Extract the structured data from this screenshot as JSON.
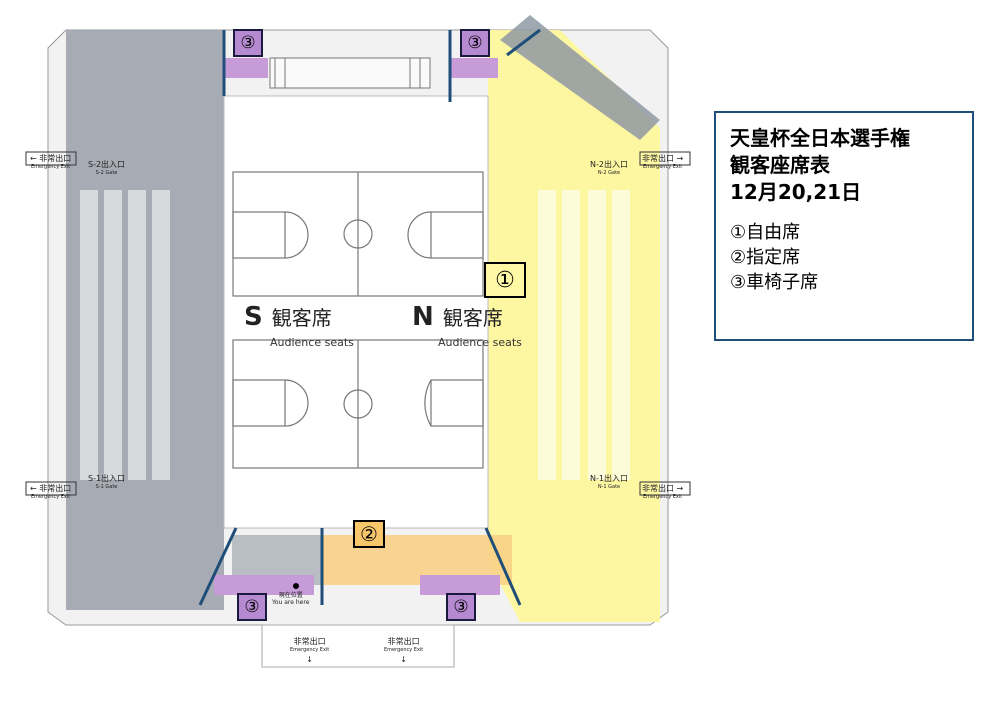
{
  "legend": {
    "title_line1": "天皇杯全日本選手権",
    "title_line2": "観客座席表",
    "title_line3": "12月20,21日",
    "items": [
      "①自由席",
      "②指定席",
      "③車椅子席"
    ]
  },
  "badges": {
    "free": "①",
    "reserved": "②",
    "wheelchair": "③"
  },
  "areas": {
    "south_letter": "S",
    "south_label": "観客席",
    "south_sub": "Audience seats",
    "north_letter": "N",
    "north_label": "観客席",
    "north_sub": "Audience seats"
  },
  "gates": {
    "s2": "S-2出入口",
    "s2_en": "S-2 Gate",
    "s1": "S-1出入口",
    "s1_en": "S-1 Gate",
    "n2": "N-2出入口",
    "n2_en": "N-2 Gate",
    "n1": "N-1出入口",
    "n1_en": "N-1 Gate"
  },
  "exits": {
    "label": "非常出口",
    "label_en": "Emergency Exit"
  },
  "here": {
    "label": "現在位置",
    "label_en": "You are here"
  },
  "colors": {
    "free_zone": "#fff799",
    "reserved_zone": "#f9cf86",
    "wheelchair_zone": "#c79ad8",
    "gray_zone": "#9ea4ad",
    "frame": "#1f4e79"
  }
}
